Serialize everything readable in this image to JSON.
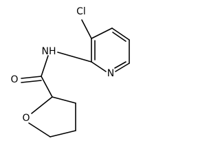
{
  "atoms": {
    "chlorine": "Cl",
    "amide_nh": "NH",
    "pyridine_n": "N",
    "carbonyl_o": "O",
    "ring_o": "O"
  }
}
